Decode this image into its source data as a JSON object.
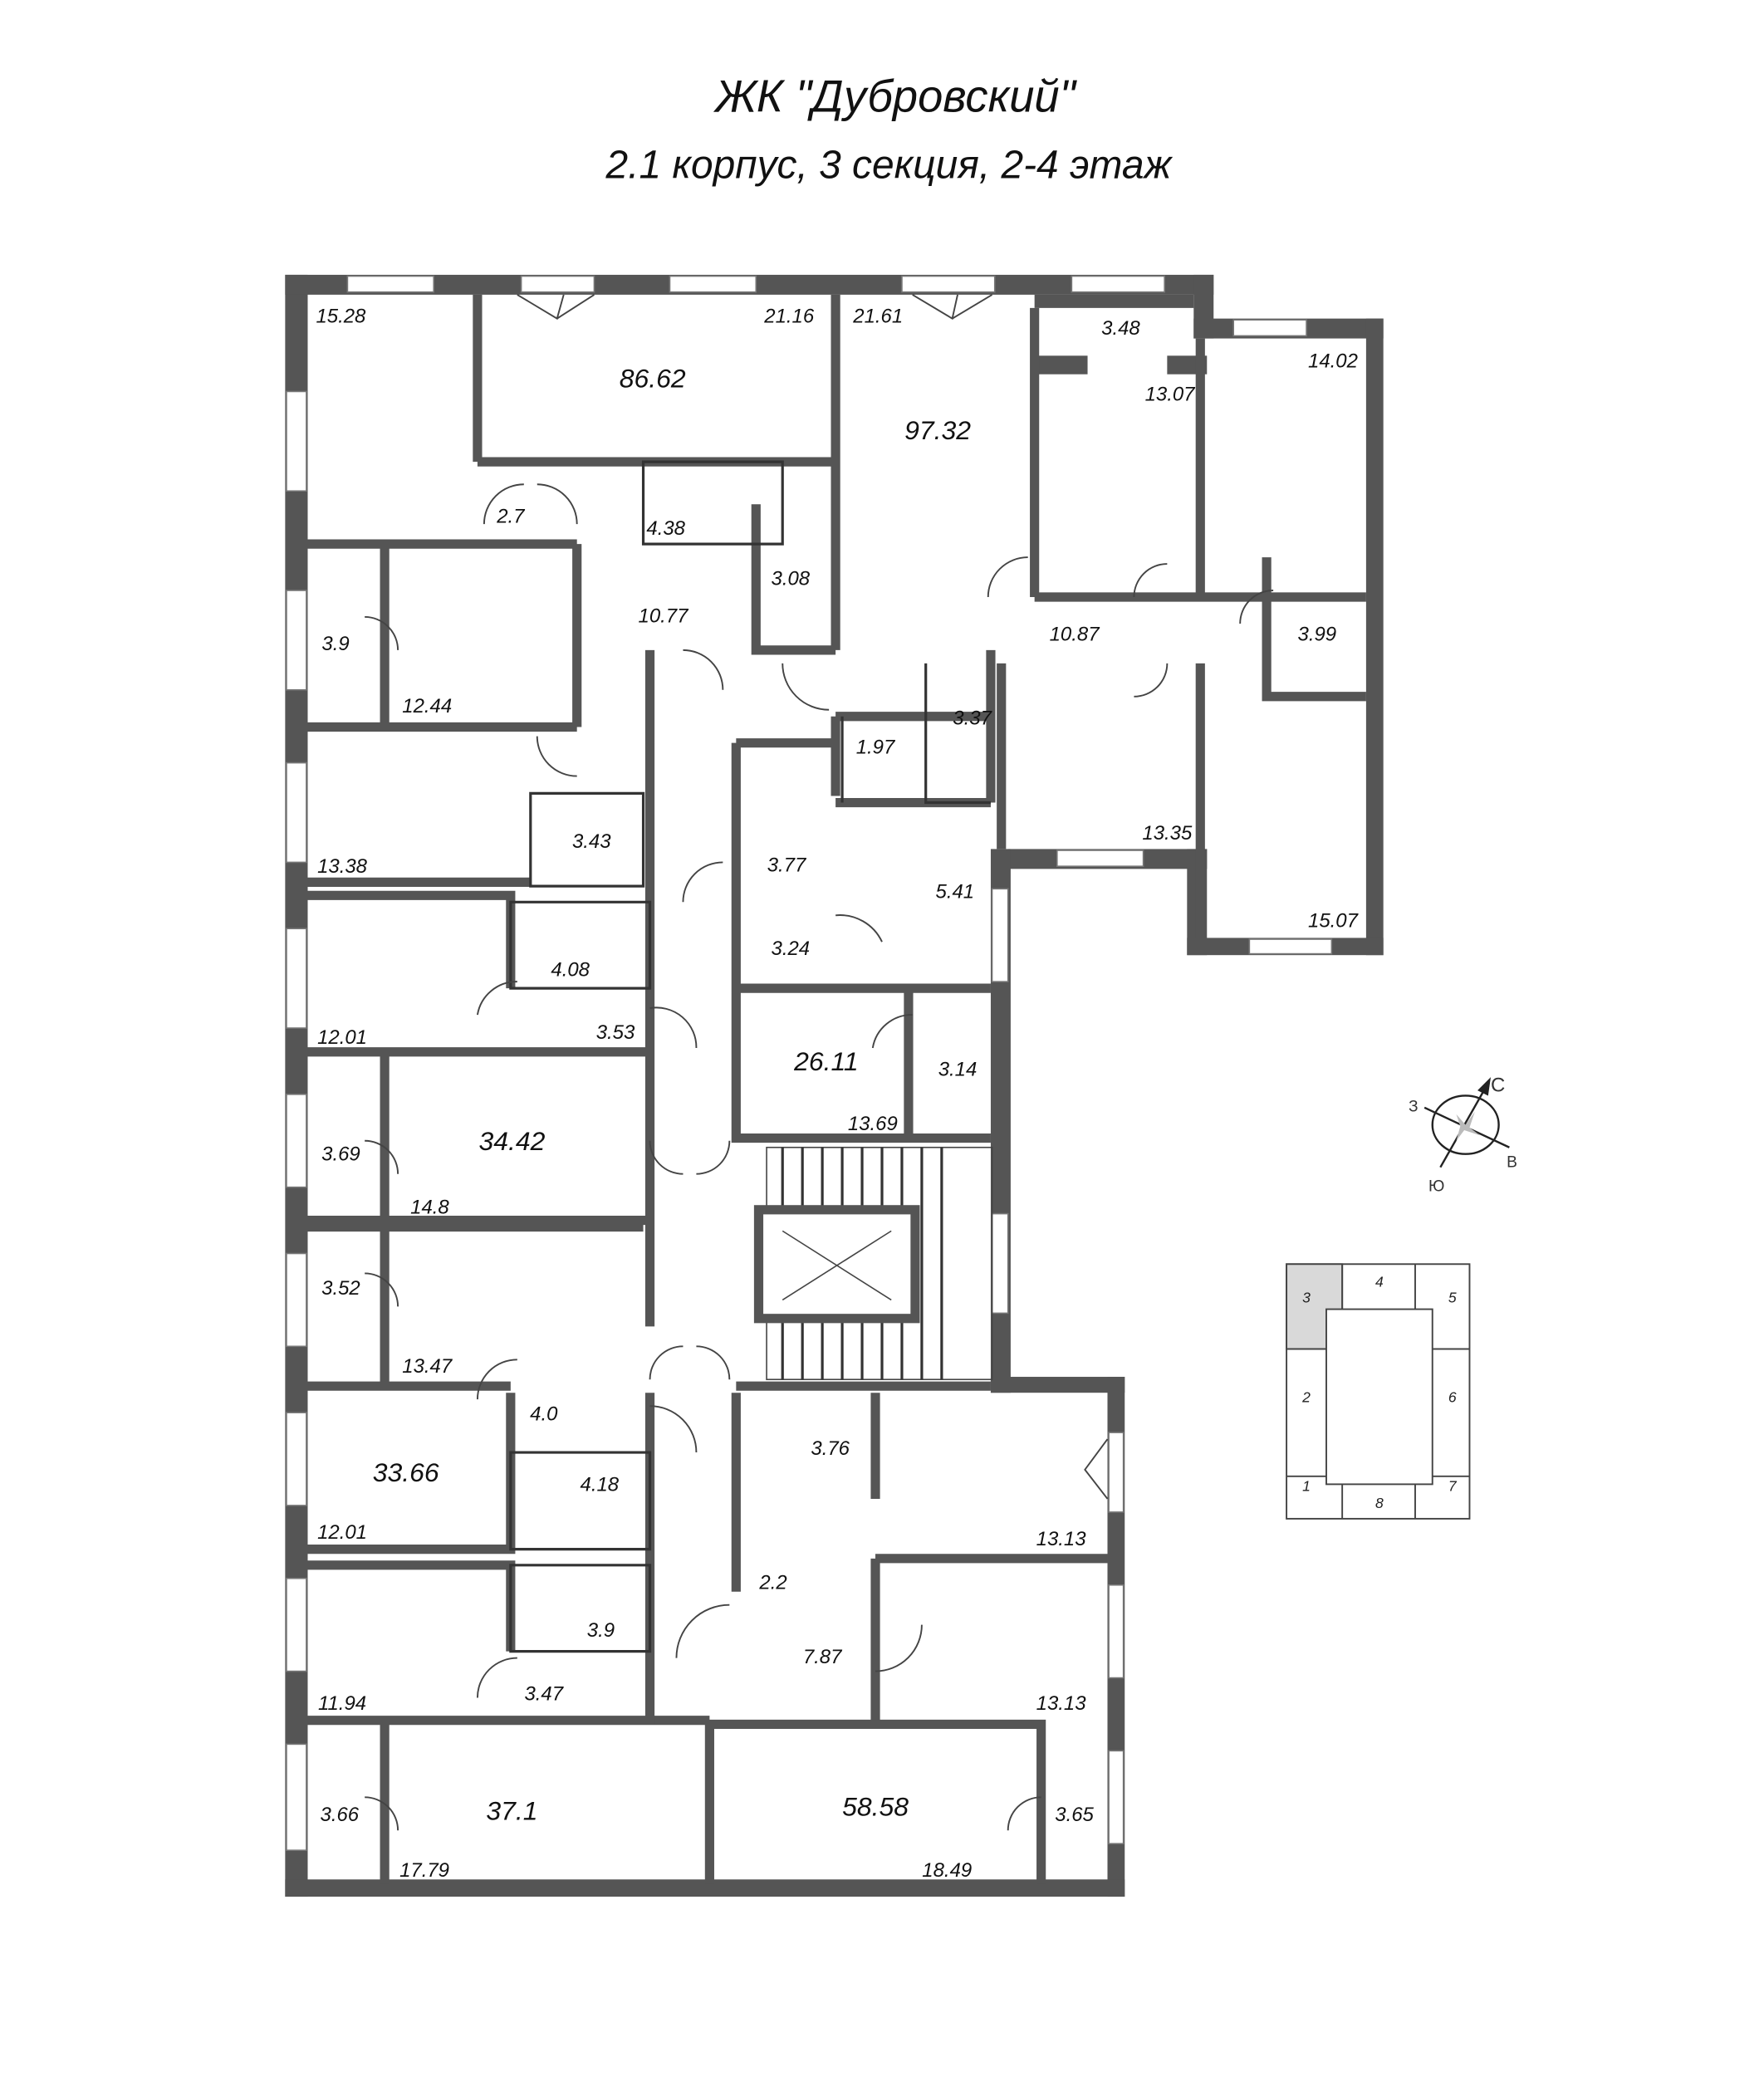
{
  "header": {
    "title": "ЖК \"Дубровский\"",
    "subtitle": "2.1 корпус, 3 секция, 2-4 этаж"
  },
  "apartment_totals": [
    "86.62",
    "97.32",
    "26.11",
    "34.42",
    "33.66",
    "37.1",
    "58.58"
  ],
  "rooms": [
    "15.28",
    "21.16",
    "21.61",
    "3.48",
    "13.07",
    "14.02",
    "2.7",
    "4.38",
    "3.08",
    "10.77",
    "3.9",
    "12.44",
    "10.87",
    "3.99",
    "1.97",
    "3.37",
    "13.38",
    "3.43",
    "3.77",
    "5.41",
    "13.35",
    "15.07",
    "3.24",
    "12.01",
    "4.08",
    "3.53",
    "3.14",
    "13.69",
    "3.69",
    "14.8",
    "3.52",
    "13.47",
    "4.0",
    "4.18",
    "3.76",
    "12.01",
    "13.13",
    "2.2",
    "3.9",
    "7.87",
    "11.94",
    "3.47",
    "13.13",
    "3.66",
    "17.79",
    "3.65",
    "18.49"
  ],
  "compass": {
    "north": "С",
    "south": "Ю",
    "west": "З",
    "east": "В"
  },
  "key_plan": {
    "sections": [
      "1",
      "2",
      "3",
      "4",
      "5",
      "6",
      "7",
      "8"
    ],
    "selected": "3",
    "highlight_color": "#d9d9d9"
  },
  "colors": {
    "wall": "#555555"
  }
}
